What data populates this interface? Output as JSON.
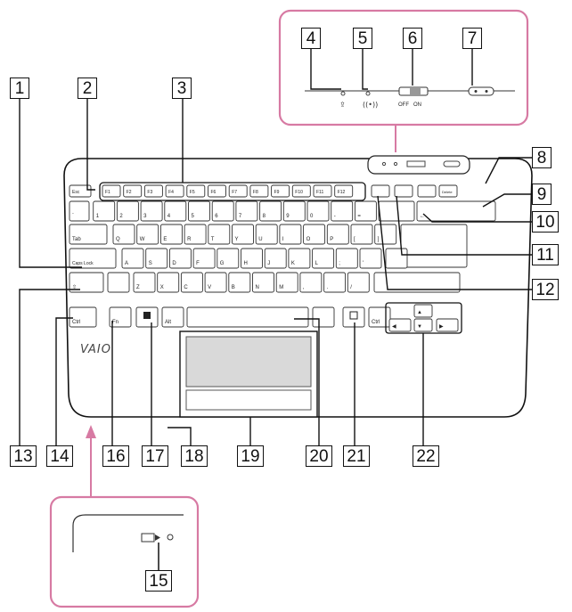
{
  "callouts": [
    "1",
    "2",
    "3",
    "4",
    "5",
    "6",
    "7",
    "8",
    "9",
    "10",
    "11",
    "12",
    "13",
    "14",
    "15",
    "16",
    "17",
    "18",
    "19",
    "20",
    "21",
    "22"
  ],
  "key_labels": {
    "esc": "Esc",
    "tab": "Tab",
    "caps": "Caps Lock",
    "shift": "⇧",
    "ctrl": "Ctrl",
    "fn": "Fn",
    "alt": "Alt",
    "del": "Delete",
    "backspace": "←",
    "enter": "↵",
    "off": "OFF",
    "on": "ON",
    "fkeys": [
      "F1",
      "F2",
      "F3",
      "F4",
      "F5",
      "F6",
      "F7",
      "F8",
      "F9",
      "F10",
      "F11",
      "F12"
    ],
    "row1": [
      "`",
      "1",
      "2",
      "3",
      "4",
      "5",
      "6",
      "7",
      "8",
      "9",
      "0",
      "-",
      "="
    ],
    "row2": [
      "Q",
      "W",
      "E",
      "R",
      "T",
      "Y",
      "U",
      "I",
      "O",
      "P",
      "[",
      "]"
    ],
    "row3": [
      "A",
      "S",
      "D",
      "F",
      "G",
      "H",
      "J",
      "K",
      "L",
      ";",
      "'"
    ],
    "row4": [
      "Z",
      "X",
      "C",
      "V",
      "B",
      "N",
      "M",
      ",",
      ".",
      "/"
    ]
  },
  "brand": "VAIO",
  "colors": {
    "callout_border": "#d77aa3",
    "line": "#111111",
    "key": "#ffffff",
    "body": "#ffffff",
    "pad": "#d9d9d9"
  }
}
